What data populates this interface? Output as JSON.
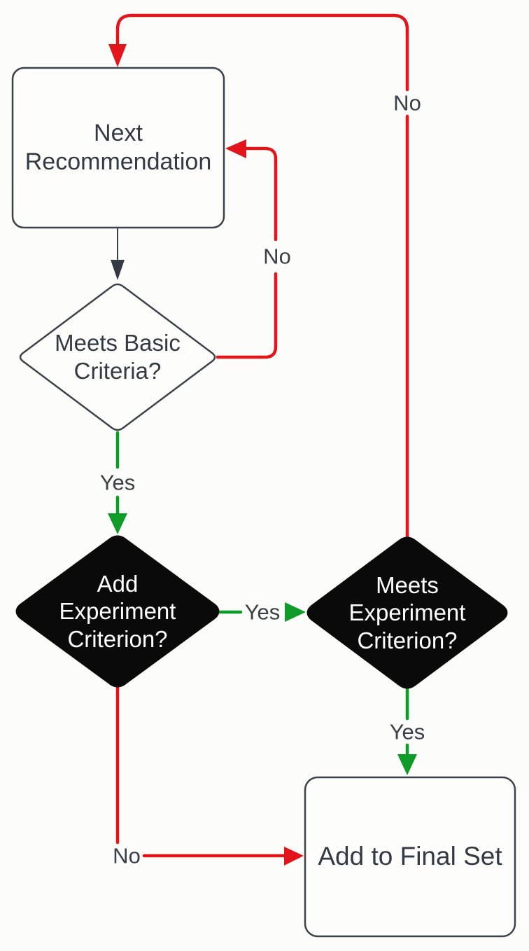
{
  "diagram": {
    "type": "flowchart",
    "background": "#fcfcfa",
    "colors": {
      "red": "#e2151b",
      "green": "#0f9b28",
      "dark_stroke": "#3c434b",
      "dark_arrow": "#333a43",
      "dark_fill": "#0a0a0a",
      "node_fill": "#fdfdfc",
      "node_text": "#333a43",
      "label_text": "#3b4046"
    },
    "nodes": {
      "next_recommendation": {
        "label": "Next Recommendation",
        "shape": "rounded-rectangle",
        "fill": "white"
      },
      "meets_basic_criteria": {
        "label": "Meets Basic Criteria?",
        "shape": "diamond",
        "fill": "white"
      },
      "add_experiment_criterion": {
        "label": "Add Experiment Criterion?",
        "shape": "diamond",
        "fill": "black"
      },
      "meets_experiment_criterion": {
        "label": "Meets Experiment Criterion?",
        "shape": "diamond",
        "fill": "black"
      },
      "add_to_final_set": {
        "label": "Add to Final Set",
        "shape": "rounded-rectangle",
        "fill": "white"
      }
    },
    "edges": [
      {
        "from": "meets_experiment_criterion",
        "to": "next_recommendation",
        "label": "No",
        "color": "red"
      },
      {
        "from": "next_recommendation",
        "to": "meets_basic_criteria",
        "label": "",
        "color": "dark"
      },
      {
        "from": "meets_basic_criteria",
        "to": "next_recommendation",
        "label": "No",
        "color": "red"
      },
      {
        "from": "meets_basic_criteria",
        "to": "add_experiment_criterion",
        "label": "Yes",
        "color": "green"
      },
      {
        "from": "add_experiment_criterion",
        "to": "meets_experiment_criterion",
        "label": "Yes",
        "color": "green"
      },
      {
        "from": "meets_experiment_criterion",
        "to": "add_to_final_set",
        "label": "Yes",
        "color": "green"
      },
      {
        "from": "add_experiment_criterion",
        "to": "add_to_final_set",
        "label": "No",
        "color": "red"
      }
    ]
  }
}
